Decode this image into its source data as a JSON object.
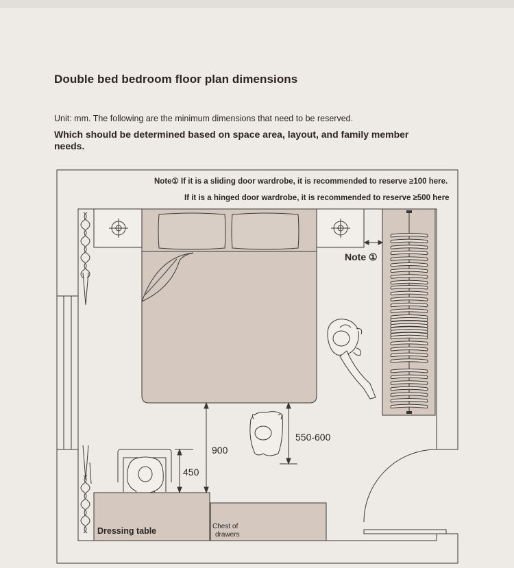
{
  "header": {
    "title": "Double bed bedroom floor plan dimensions",
    "unit_note": "Unit: mm. The following are the minimum dimensions that need to be reserved.",
    "determination_note": "Which should be determined based on space area, layout, and family member needs."
  },
  "plan": {
    "note_line_1": "Note① If it is a sliding door wardrobe, it is recommended to reserve ≥100 here.",
    "note_line_2": "If it is a hinged door wardrobe, it is recommended to reserve ≥500 here",
    "note_marker": "Note ①",
    "dim_900": "900",
    "dim_450": "450",
    "dim_550_600": "550-600",
    "dressing_table_label": "Dressing table",
    "chest_label_line1": "Chest of",
    "chest_label_line2": "drawers"
  },
  "colors": {
    "background": "#eeebe7",
    "furniture_fill": "#d5c9bf",
    "line": "#3a3633"
  }
}
